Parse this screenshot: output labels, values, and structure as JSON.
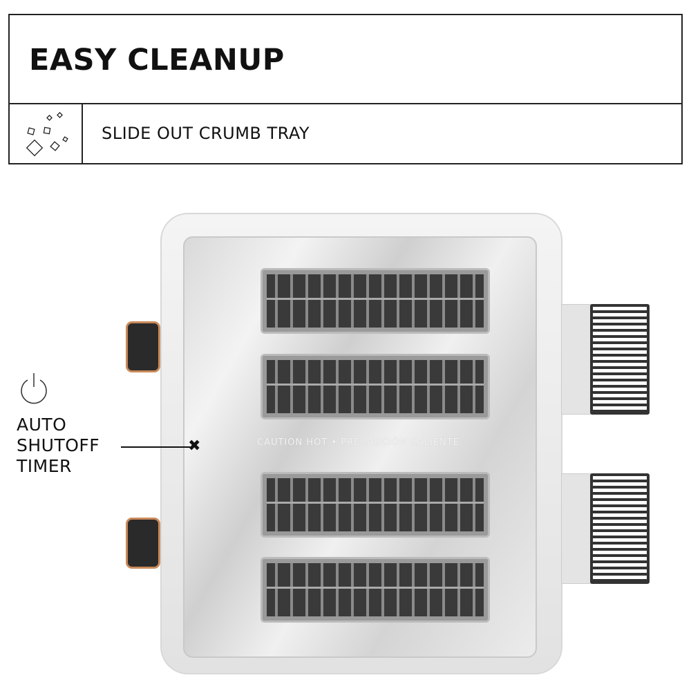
{
  "header": {
    "title": "EASY CLEANUP"
  },
  "feature": {
    "icon": "crumbs-icon",
    "label": "SLIDE OUT CRUMB TRAY"
  },
  "callout": {
    "icon": "power-icon",
    "label_lines": [
      "AUTO",
      "SHUTOFF",
      "TIMER"
    ]
  },
  "product": {
    "caution_text": "CAUTION HOT • PRECAUCIÓN CALIENTE",
    "slots": 4,
    "levers": 2,
    "knobs": 2,
    "knob_accent": "#c98a5a"
  }
}
